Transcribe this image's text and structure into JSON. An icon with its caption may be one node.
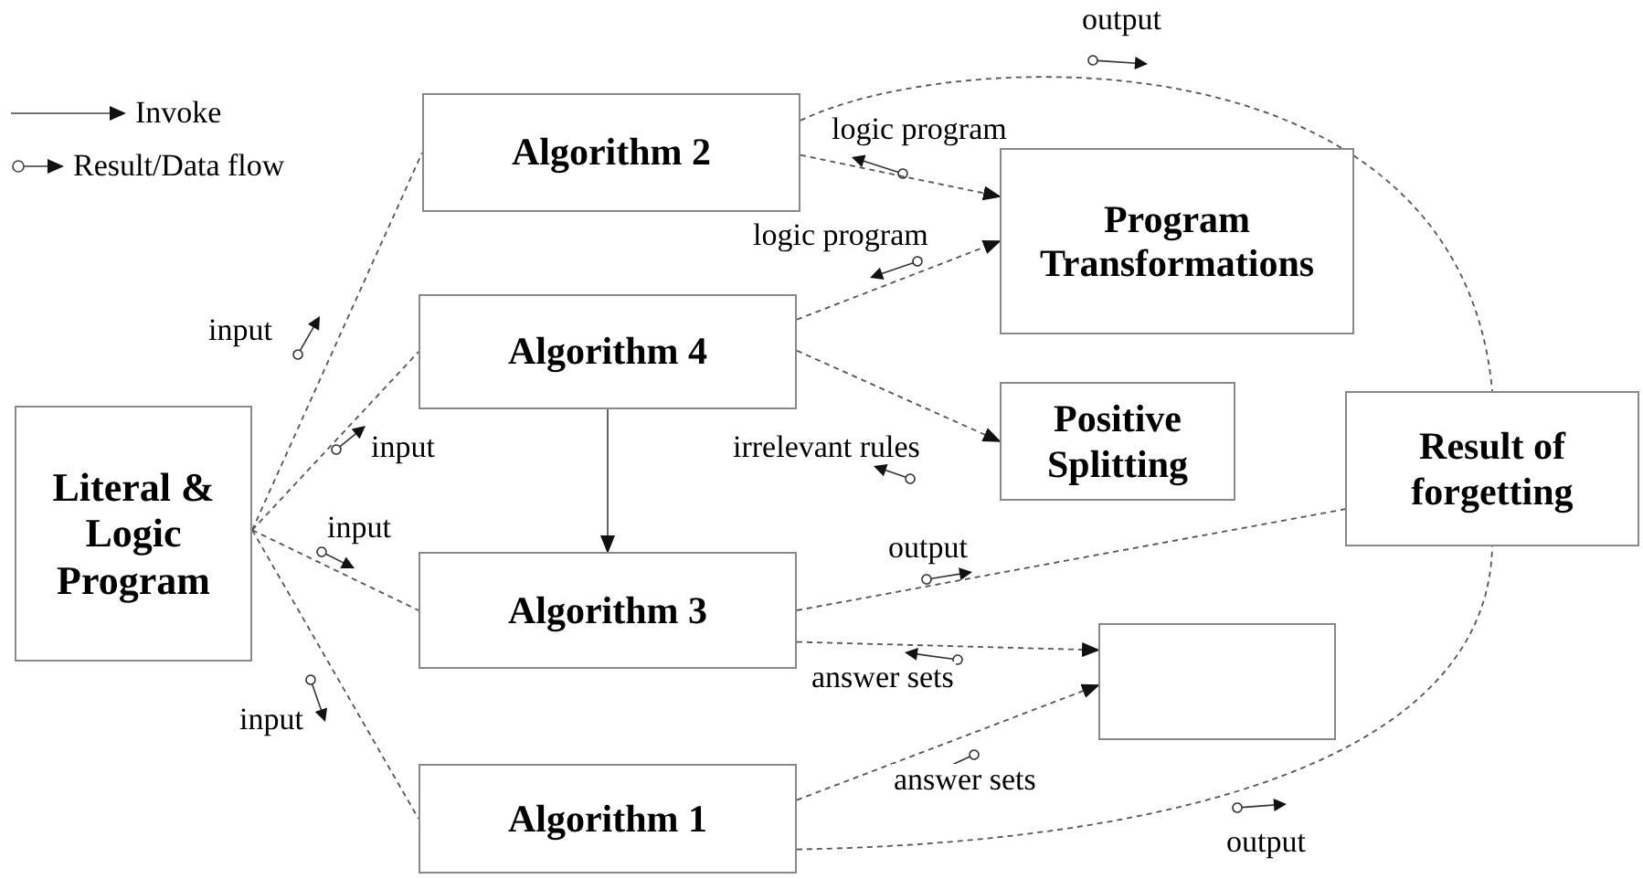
{
  "diagram": {
    "nodes": [
      {
        "text": [
          "Literal & Logic Program"
        ]
      },
      {
        "text": [
          "Algorithm 2"
        ]
      },
      {
        "text": [
          "Algorithm 4"
        ]
      },
      {
        "text": [
          "Algorithm 3"
        ]
      },
      {
        "text": [
          "Algorithm 1"
        ]
      },
      {
        "text": [
          "Program Transformations"
        ]
      },
      {
        "text": [
          "Positive Splitting"
        ]
      },
      {
        "text": [
          "Result of forgetting"
        ]
      },
      {
        "text": [],
        "shape": "box"
      }
    ],
    "edges": [
      {
        "from": 0,
        "to": 1,
        "arrow": "none",
        "label": "input",
        "style": "dashed"
      },
      {
        "from": 0,
        "to": 2,
        "arrow": "none",
        "label": "input",
        "style": "dashed"
      },
      {
        "from": 0,
        "to": 3,
        "arrow": "none",
        "label": "input",
        "style": "dashed"
      },
      {
        "from": 0,
        "to": 4,
        "arrow": "none",
        "label": "input",
        "style": "dashed"
      },
      {
        "from": 2,
        "to": 3,
        "arrow": "to"
      },
      {
        "from": 1,
        "to": 5,
        "arrow": "to",
        "label": "logic program",
        "style": "dashed"
      },
      {
        "from": 2,
        "to": 5,
        "arrow": "to",
        "label": "logic program",
        "style": "dashed"
      },
      {
        "from": 2,
        "to": 6,
        "arrow": "to",
        "label": "irrelevant rules",
        "style": "dashed"
      },
      {
        "from": 3,
        "to": 8,
        "arrow": "to",
        "label": "answer sets",
        "style": "dashed"
      },
      {
        "from": 4,
        "to": 8,
        "arrow": "to",
        "label": "answer sets",
        "style": "dashed"
      },
      {
        "from": 1,
        "to": 7,
        "arrow": "none",
        "label": "output",
        "style": "dashed"
      },
      {
        "from": 3,
        "to": 7,
        "arrow": "none",
        "label": "output",
        "style": "dashed"
      },
      {
        "from": 4,
        "to": 7,
        "arrow": "none",
        "label": "output",
        "style": "dashed"
      }
    ],
    "legend": [
      {
        "text": "Invoke"
      },
      {
        "text": "Result/Data flow"
      }
    ]
  }
}
